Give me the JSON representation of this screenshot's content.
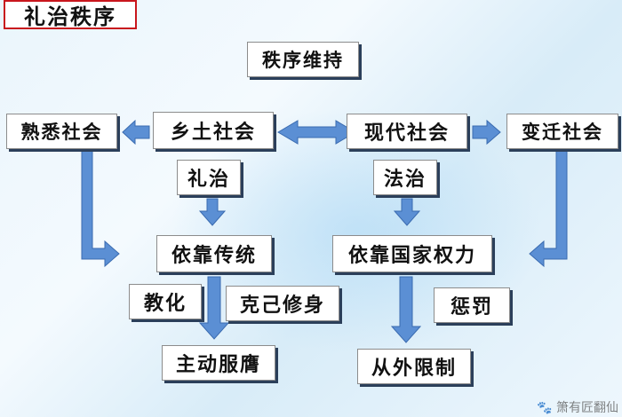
{
  "title": "礼治秩序",
  "nodes": {
    "order_maintain": "秩序维持",
    "familiar_society": "熟悉社会",
    "rural_society": "乡土社会",
    "modern_society": "现代社会",
    "changing_society": "变迁社会",
    "rule_by_rites": "礼治",
    "rule_by_law": "法治",
    "rely_tradition": "依靠传统",
    "rely_state_power": "依靠国家权力",
    "education": "教化",
    "self_cultivation": "克己修身",
    "voluntary_compliance": "主动服膺",
    "punishment": "惩罚",
    "external_restriction": "从外限制"
  },
  "watermark": "🐾 箫有匠翻仙",
  "colors": {
    "arrow_fill": "#5b8fd4",
    "arrow_stroke": "#3a6bb0",
    "title_border": "#c8161d"
  }
}
